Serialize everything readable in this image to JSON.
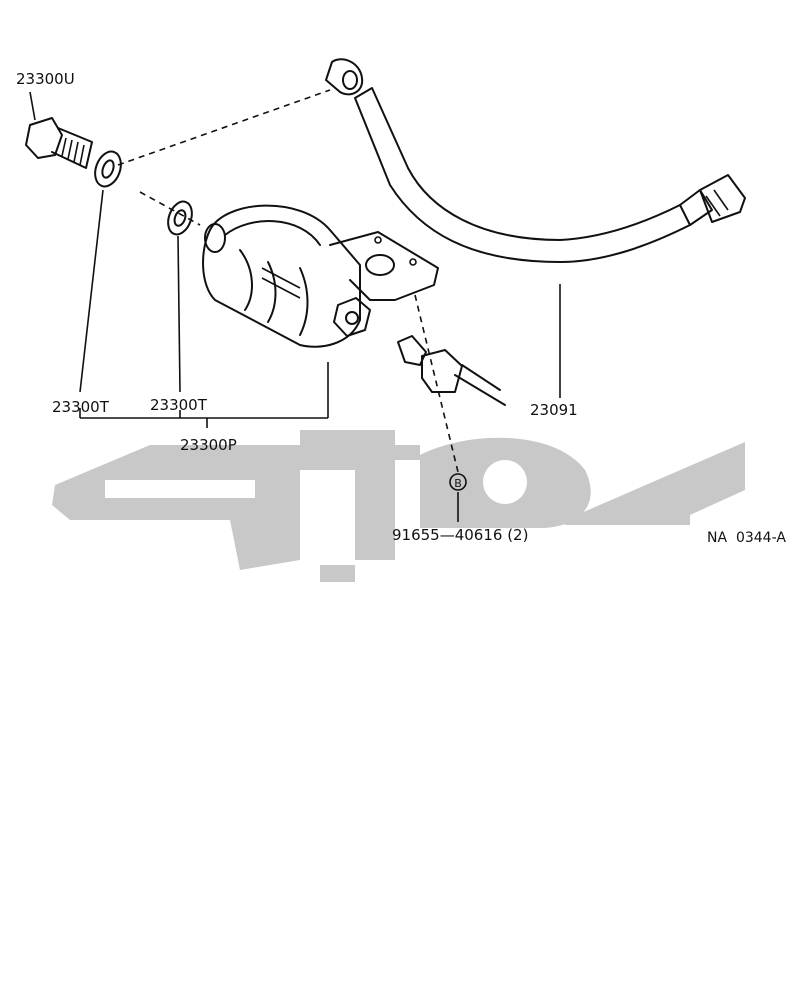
{
  "parts": {
    "bolt": "23300U",
    "gasket_left": "23300T",
    "gasket_right": "23300T",
    "filter_assy": "23300P",
    "fuel_pipe": "23091",
    "union_bolt": "91655—40616 (2)",
    "mark_letter": "B"
  },
  "diagram_code": "NA  0344-A"
}
